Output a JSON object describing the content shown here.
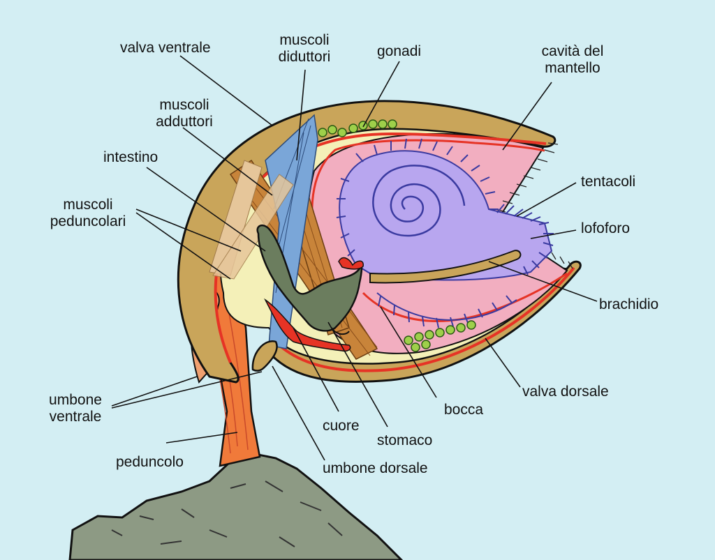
{
  "diagram": {
    "labels": {
      "valva_ventrale": "valva ventrale",
      "muscoli_diduttori_1": "muscoli",
      "muscoli_diduttori_2": "diduttori",
      "gonadi": "gonadi",
      "cavita_mantello_1": "cavità del",
      "cavita_mantello_2": "mantello",
      "muscoli_adduttori_1": "muscoli",
      "muscoli_adduttori_2": "adduttori",
      "intestino": "intestino",
      "tentacoli": "tentacoli",
      "muscoli_peduncolari_1": "muscoli",
      "muscoli_peduncolari_2": "peduncolari",
      "lofoforo": "lofoforo",
      "brachidio": "brachidio",
      "valva_dorsale": "valva dorsale",
      "umbone_ventrale_1": "umbone",
      "umbone_ventrale_2": "ventrale",
      "bocca": "bocca",
      "cuore": "cuore",
      "stomaco": "stomaco",
      "peduncolo": "peduncolo",
      "umbone_dorsale": "umbone dorsale"
    },
    "colors": {
      "background": "#d3eef3",
      "shell": "#c9a55a",
      "mantle_red": "#e63325",
      "mantle_cavity": "#f2aec0",
      "lophophore": "#b8a6ef",
      "lophophore_outline": "#3a3aa0",
      "brachidium": "#c9a55a",
      "gonads": "#9ed04a",
      "gut": "#6b7d5e",
      "adductor_muscle": "#c8843a",
      "diductor_muscle": "#7aa6d8",
      "pedicle": "#f07a3a",
      "interior": "#f4f0b8",
      "rock": "#8d9a84"
    }
  }
}
